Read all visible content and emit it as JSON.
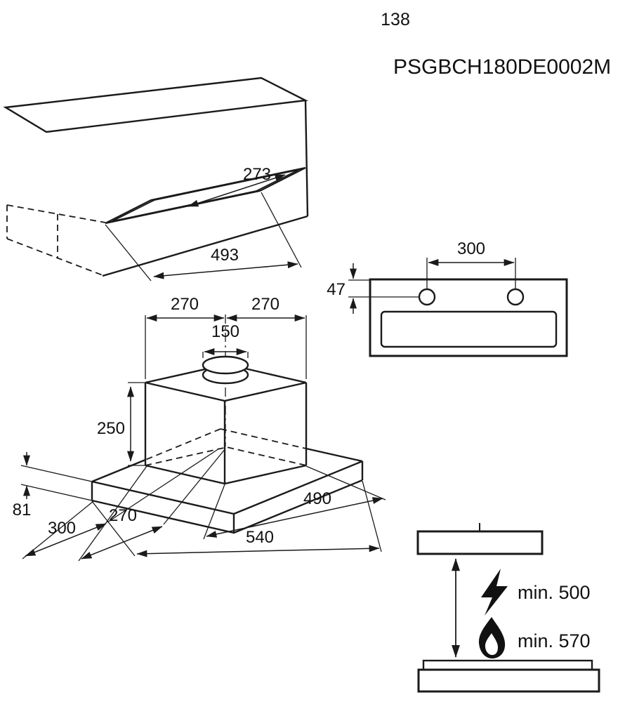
{
  "page": {
    "number": "138",
    "model_code": "PSGBCH180DE0002M"
  },
  "cabinet_recess": {
    "depth": "273",
    "width": "493"
  },
  "mounting_view": {
    "hole_spacing": "300",
    "top_offset": "47"
  },
  "hood_dimensions": {
    "left_to_duct_center": "270",
    "duct_center_to_right": "270",
    "duct_diameter": "150",
    "body_height": "250",
    "body_width": "490",
    "total_width": "540",
    "body_depth": "270",
    "total_depth": "300",
    "visor_height": "81"
  },
  "clearance": {
    "electric_hob_min": "min. 500",
    "gas_hob_min": "min. 570"
  },
  "icons": {
    "electric": "lightning-icon",
    "gas": "flame-icon"
  }
}
